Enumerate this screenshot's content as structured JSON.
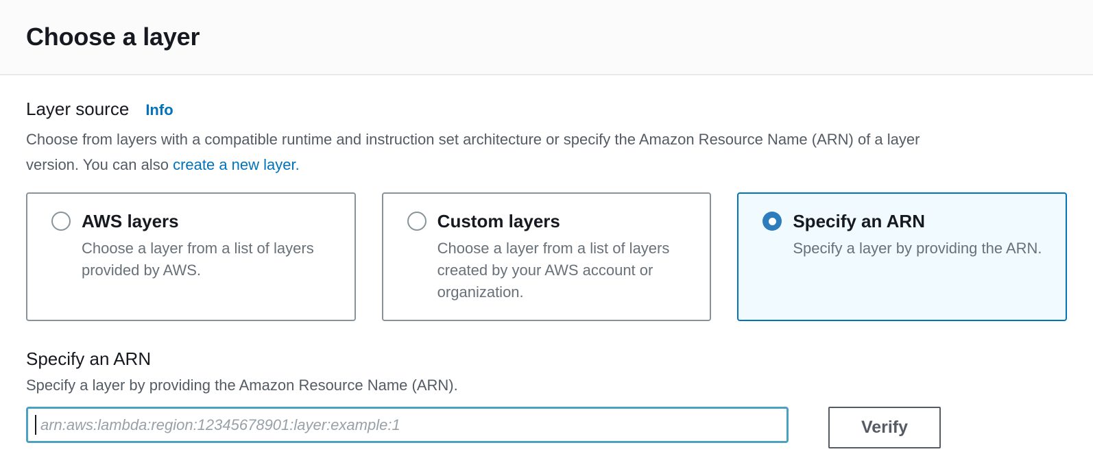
{
  "header": {
    "title": "Choose a layer"
  },
  "layer_source": {
    "label": "Layer source",
    "info_link": "Info",
    "description_line1": "Choose from layers with a compatible runtime and instruction set architecture or specify the Amazon Resource Name (ARN) of a layer",
    "description_line2": "version. You can also",
    "create_link": "create a new layer.",
    "options": [
      {
        "title": "AWS layers",
        "description": "Choose a layer from a list of layers provided by AWS.",
        "selected": false
      },
      {
        "title": "Custom layers",
        "description": "Choose a layer from a list of layers created by your AWS account or organization.",
        "selected": false
      },
      {
        "title": "Specify an ARN",
        "description": "Specify a layer by providing the ARN.",
        "selected": true
      }
    ]
  },
  "arn_section": {
    "title": "Specify an ARN",
    "description": "Specify a layer by providing the Amazon Resource Name (ARN).",
    "input_value": "",
    "input_placeholder": "arn:aws:lambda:region:12345678901:layer:example:1",
    "verify_button": "Verify"
  },
  "colors": {
    "link_blue": "#0073bb",
    "selected_border": "#0073bb",
    "selected_background": "#f1faff",
    "radio_selected": "#2d7cbb",
    "input_focus_border": "#4ca0c4",
    "primary_text": "#16191f",
    "secondary_text": "#545b64",
    "card_secondary_text": "#687078",
    "card_border": "#87939a",
    "button_border": "#545b64",
    "header_background": "#fbfbfb",
    "divider": "#e9e9e9"
  }
}
